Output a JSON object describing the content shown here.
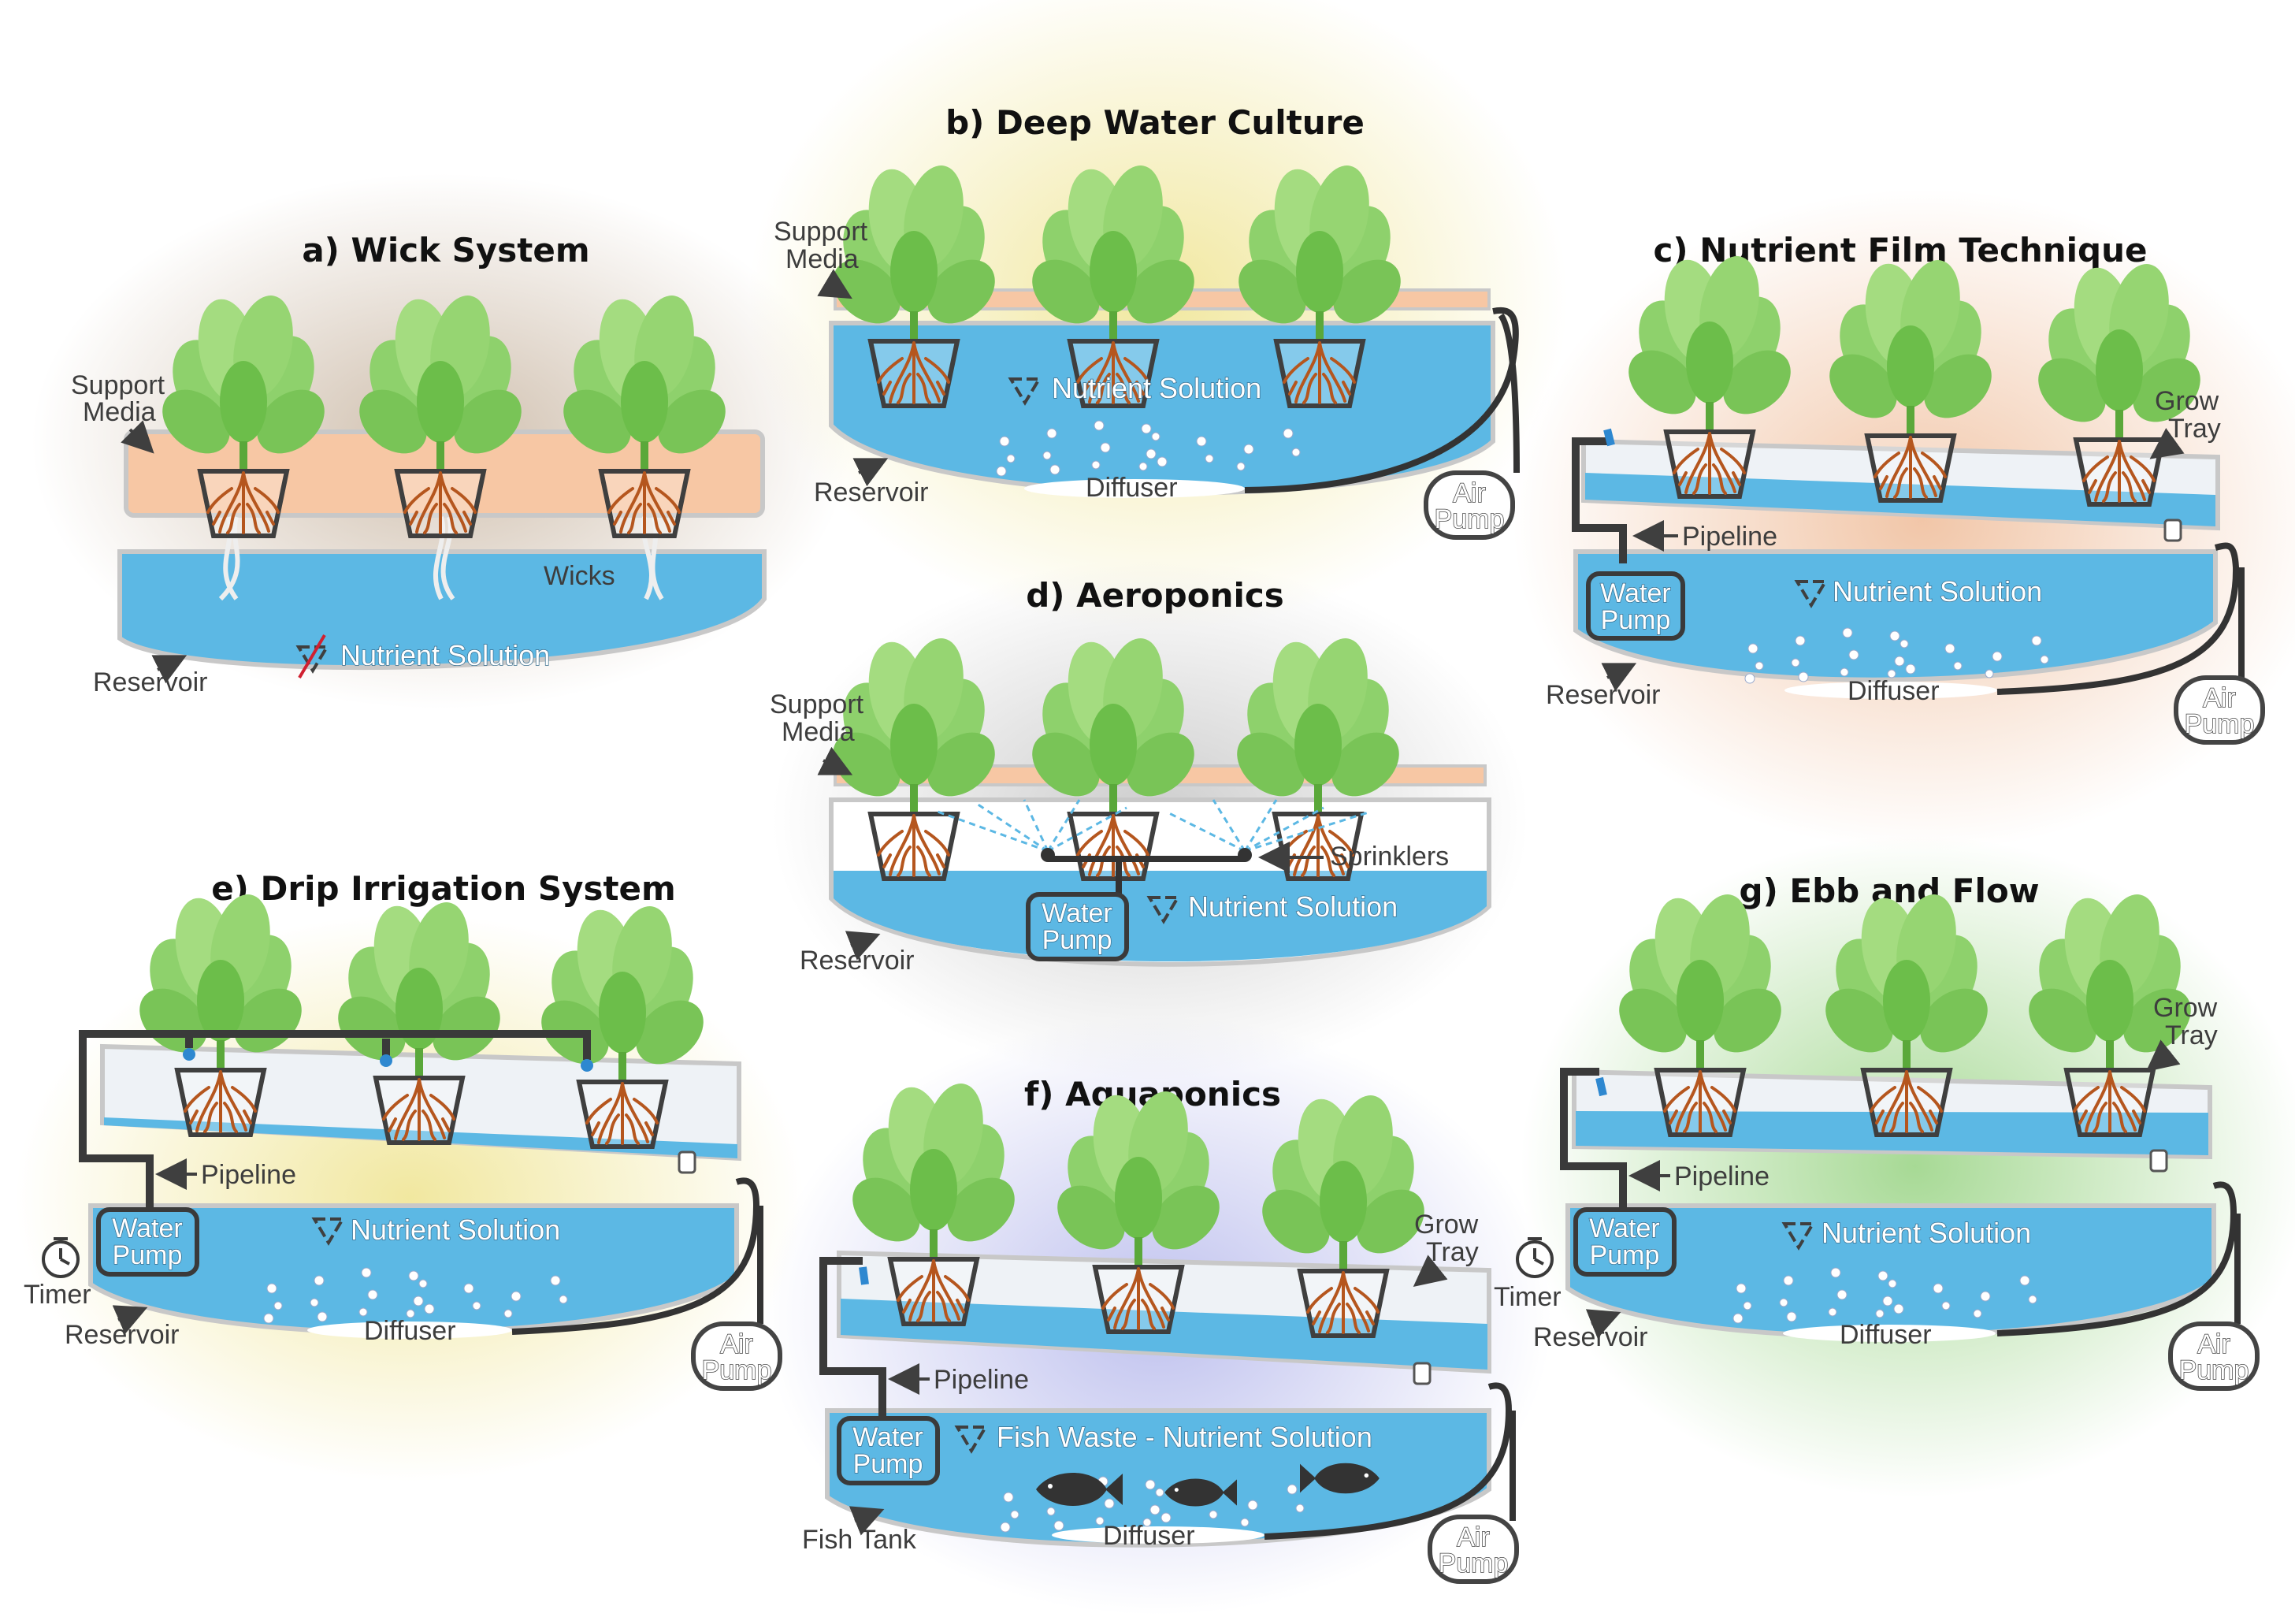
{
  "panels": {
    "a": {
      "title": "a) Wick System",
      "support_media": [
        "Support",
        "Media"
      ],
      "wicks": "Wicks",
      "nutrient_solution": "Nutrient Solution",
      "reservoir": "Reservoir"
    },
    "b": {
      "title": "b) Deep Water Culture",
      "support_media": [
        "Support",
        "Media"
      ],
      "nutrient_solution": "Nutrient Solution",
      "reservoir": "Reservoir",
      "diffuser": "Diffuser",
      "air_pump": [
        "Air",
        "Pump"
      ]
    },
    "c": {
      "title": "c) Nutrient Film Technique",
      "grow_tray": [
        "Grow",
        "Tray"
      ],
      "pipeline": "Pipeline",
      "water_pump": [
        "Water",
        "Pump"
      ],
      "nutrient_solution": "Nutrient Solution",
      "reservoir": "Reservoir",
      "diffuser": "Diffuser",
      "air_pump": [
        "Air",
        "Pump"
      ]
    },
    "d": {
      "title": "d) Aeroponics",
      "support_media": [
        "Support",
        "Media"
      ],
      "sprinklers": "Sprinklers",
      "water_pump": [
        "Water",
        "Pump"
      ],
      "nutrient_solution": "Nutrient Solution",
      "reservoir": "Reservoir"
    },
    "e": {
      "title": "e) Drip Irrigation System",
      "pipeline": "Pipeline",
      "water_pump": [
        "Water",
        "Pump"
      ],
      "nutrient_solution": "Nutrient Solution",
      "timer": "Timer",
      "reservoir": "Reservoir",
      "diffuser": "Diffuser",
      "air_pump": [
        "Air",
        "Pump"
      ]
    },
    "f": {
      "title": "f) Aquaponics",
      "grow_tray": [
        "Grow",
        "Tray"
      ],
      "pipeline": "Pipeline",
      "water_pump": [
        "Water",
        "Pump"
      ],
      "nutrient_solution": "Fish Waste - Nutrient Solution",
      "fish_tank": "Fish Tank",
      "diffuser": "Diffuser",
      "air_pump": [
        "Air",
        "Pump"
      ]
    },
    "g": {
      "title": "g) Ebb and Flow",
      "grow_tray": [
        "Grow",
        "Tray"
      ],
      "pipeline": "Pipeline",
      "water_pump": [
        "Water",
        "Pump"
      ],
      "nutrient_solution": "Nutrient Solution",
      "timer": "Timer",
      "reservoir": "Reservoir",
      "diffuser": "Diffuser",
      "air_pump": [
        "Air",
        "Pump"
      ]
    }
  },
  "colors": {
    "water": "#5cb8e4",
    "support_media": "#f7c7a4",
    "roots": "#b5561e",
    "leaf": "#7fcf5e",
    "outline": "#3f3f3f"
  }
}
